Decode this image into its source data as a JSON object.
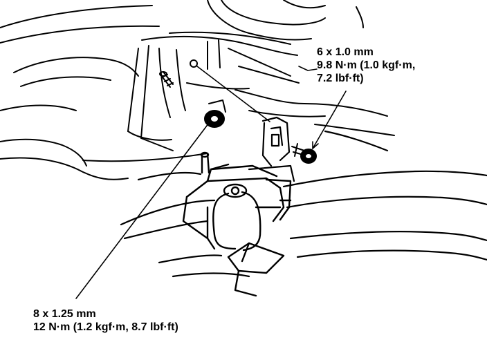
{
  "callouts": {
    "upper_bolt": {
      "size": "6 x 1.0 mm",
      "torque": "9.8 N·m (1.0 kgf·m,",
      "torque_cont": "7.2 lbf·ft)"
    },
    "lower_bolt": {
      "size": "8 x 1.25 mm",
      "torque": "12 N·m (1.2 kgf·m, 8.7 lbf·ft)"
    }
  },
  "colors": {
    "line": "#000000",
    "background": "#ffffff"
  }
}
